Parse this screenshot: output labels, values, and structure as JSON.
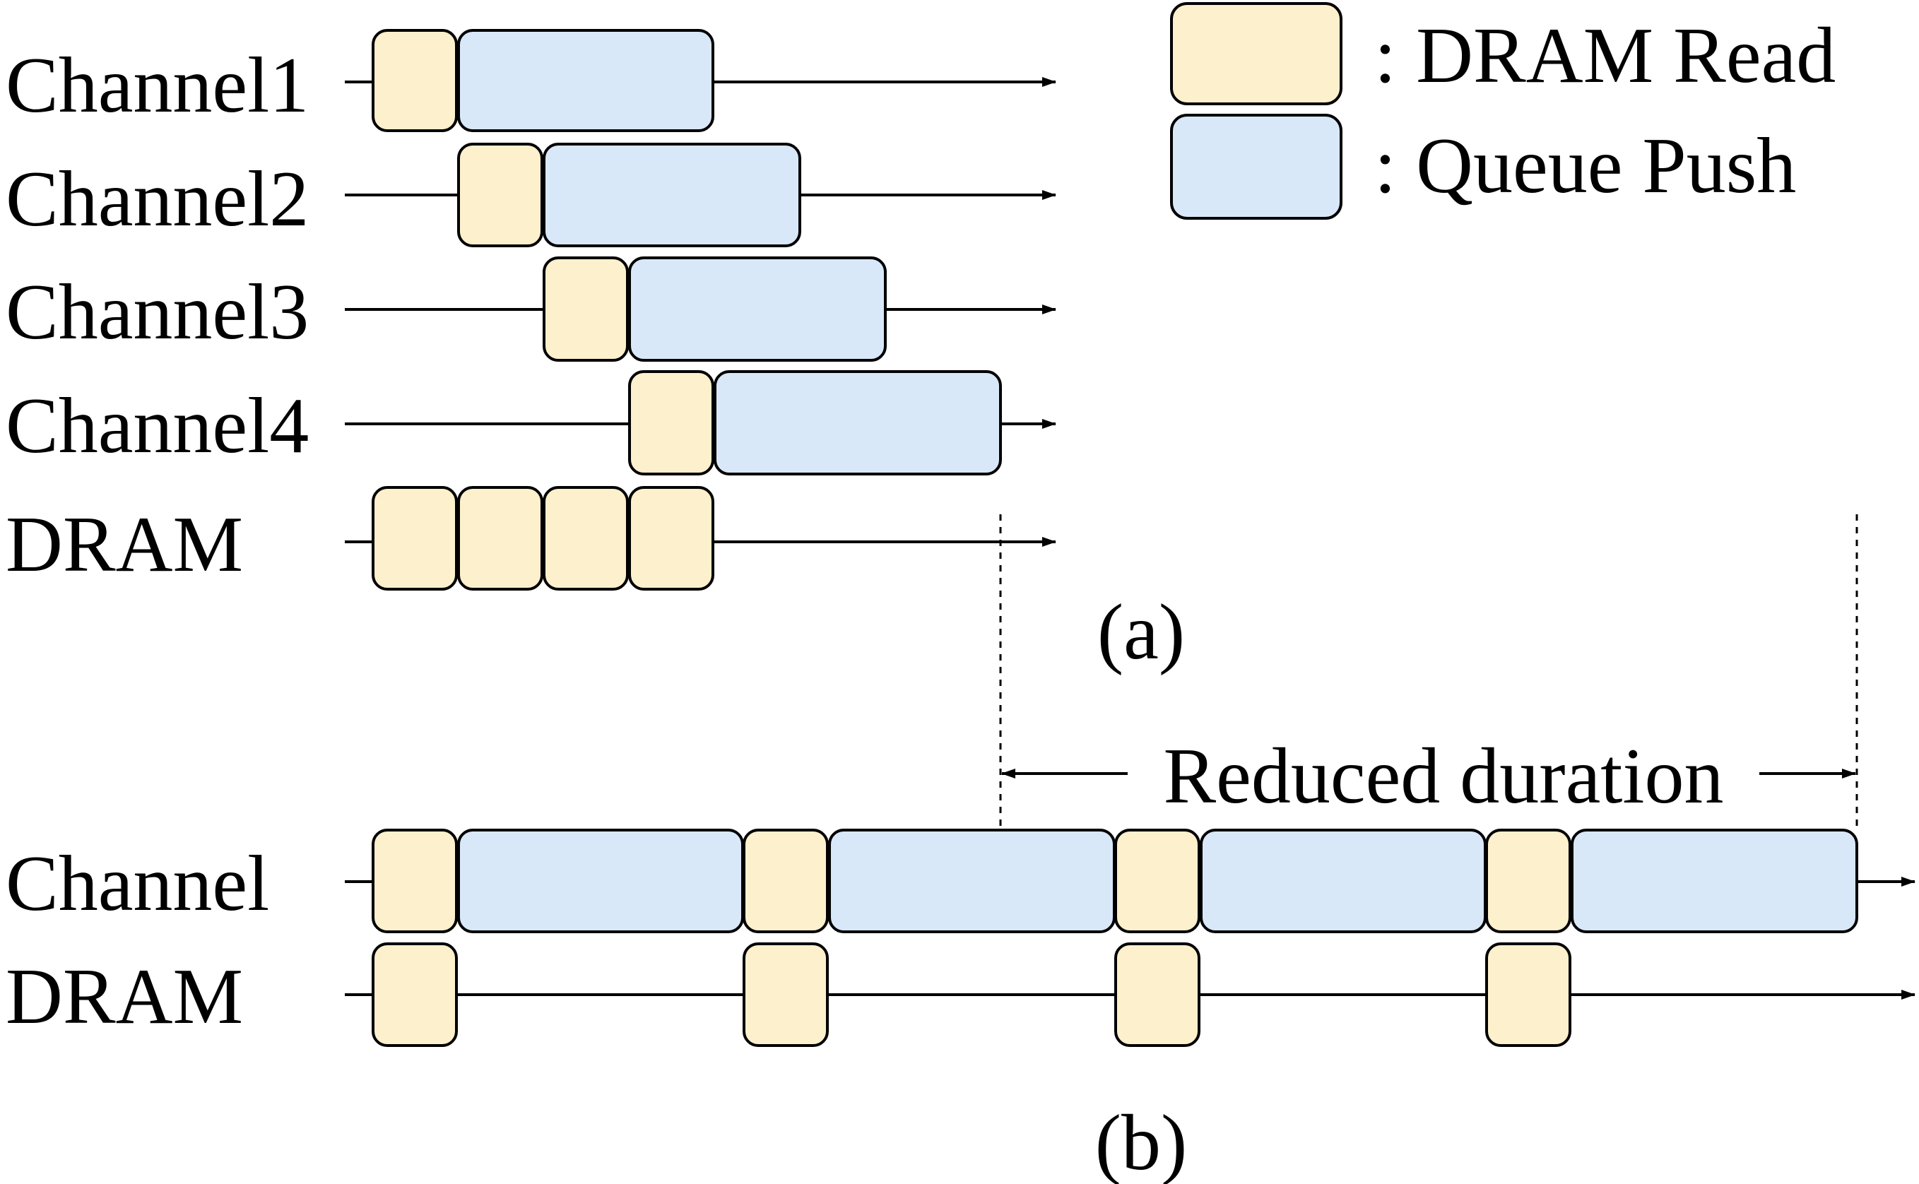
{
  "legend": {
    "items": [
      {
        "key": "read",
        "label": ": DRAM Read",
        "color": "#fdf0cc"
      },
      {
        "key": "push",
        "label": ": Queue Push",
        "color": "#d9e8f9"
      }
    ]
  },
  "panel_a": {
    "caption": "(a)",
    "rows": [
      {
        "label": "Channel1",
        "blocks": [
          "read",
          "push"
        ]
      },
      {
        "label": "Channel2",
        "blocks": [
          "read",
          "push"
        ]
      },
      {
        "label": "Channel3",
        "blocks": [
          "read",
          "push"
        ]
      },
      {
        "label": "Channel4",
        "blocks": [
          "read",
          "push"
        ]
      },
      {
        "label": "DRAM",
        "blocks": [
          "read",
          "read",
          "read",
          "read"
        ]
      }
    ]
  },
  "panel_b": {
    "caption": "(b)",
    "duration_label": "Reduced duration",
    "rows": [
      {
        "label": "Channel",
        "blocks": [
          "read",
          "push",
          "read",
          "push",
          "read",
          "push",
          "read",
          "push"
        ]
      },
      {
        "label": "DRAM",
        "blocks": [
          "read",
          "read",
          "read",
          "read"
        ]
      }
    ]
  },
  "colors": {
    "read_fill": "#fdf0cc",
    "push_fill": "#d9e8f9",
    "stroke": "#000000"
  }
}
